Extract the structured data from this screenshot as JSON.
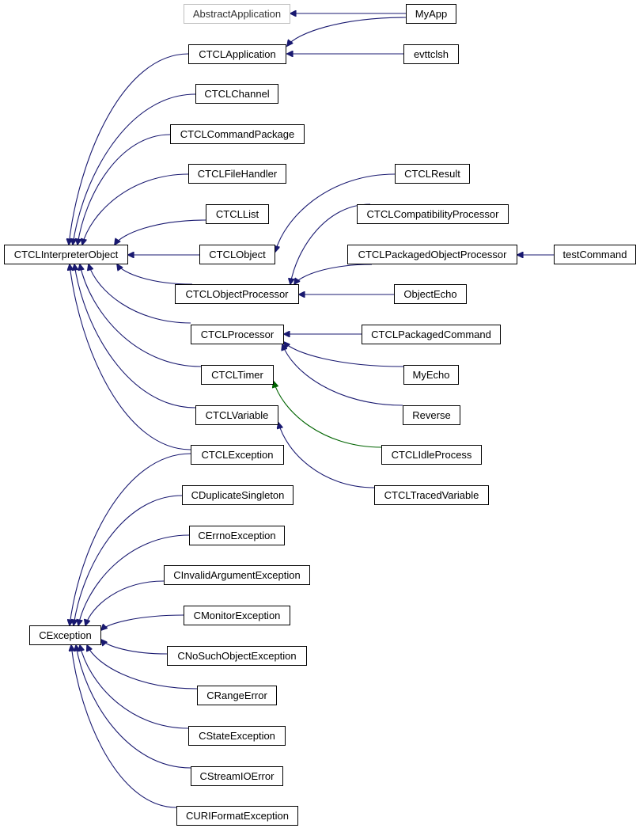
{
  "diagram": {
    "type": "class-inheritance-graph",
    "colors": {
      "edge": "#191970",
      "edge_alt": "#006400",
      "border": "#000000",
      "border_muted": "#bfbfbf"
    },
    "nodes": [
      {
        "id": "AbstractApplication",
        "label": "AbstractApplication",
        "muted": true
      },
      {
        "id": "MyApp",
        "label": "MyApp"
      },
      {
        "id": "CTCLApplication",
        "label": "CTCLApplication"
      },
      {
        "id": "evttclsh",
        "label": "evttclsh"
      },
      {
        "id": "CTCLChannel",
        "label": "CTCLChannel"
      },
      {
        "id": "CTCLCommandPackage",
        "label": "CTCLCommandPackage"
      },
      {
        "id": "CTCLFileHandler",
        "label": "CTCLFileHandler"
      },
      {
        "id": "CTCLResult",
        "label": "CTCLResult"
      },
      {
        "id": "CTCLList",
        "label": "CTCLList"
      },
      {
        "id": "CTCLCompatibilityProcessor",
        "label": "CTCLCompatibilityProcessor"
      },
      {
        "id": "CTCLInterpreterObject",
        "label": "CTCLInterpreterObject"
      },
      {
        "id": "CTCLObject",
        "label": "CTCLObject"
      },
      {
        "id": "CTCLPackagedObjectProcessor",
        "label": "CTCLPackagedObjectProcessor"
      },
      {
        "id": "testCommand",
        "label": "testCommand"
      },
      {
        "id": "CTCLObjectProcessor",
        "label": "CTCLObjectProcessor"
      },
      {
        "id": "ObjectEcho",
        "label": "ObjectEcho"
      },
      {
        "id": "CTCLProcessor",
        "label": "CTCLProcessor"
      },
      {
        "id": "CTCLPackagedCommand",
        "label": "CTCLPackagedCommand"
      },
      {
        "id": "CTCLTimer",
        "label": "CTCLTimer"
      },
      {
        "id": "MyEcho",
        "label": "MyEcho"
      },
      {
        "id": "CTCLVariable",
        "label": "CTCLVariable"
      },
      {
        "id": "Reverse",
        "label": "Reverse"
      },
      {
        "id": "CTCLException",
        "label": "CTCLException"
      },
      {
        "id": "CTCLIdleProcess",
        "label": "CTCLIdleProcess"
      },
      {
        "id": "CDuplicateSingleton",
        "label": "CDuplicateSingleton"
      },
      {
        "id": "CTCLTracedVariable",
        "label": "CTCLTracedVariable"
      },
      {
        "id": "CErrnoException",
        "label": "CErrnoException"
      },
      {
        "id": "CInvalidArgumentException",
        "label": "CInvalidArgumentException"
      },
      {
        "id": "CMonitorException",
        "label": "CMonitorException"
      },
      {
        "id": "CException",
        "label": "CException"
      },
      {
        "id": "CNoSuchObjectException",
        "label": "CNoSuchObjectException"
      },
      {
        "id": "CRangeError",
        "label": "CRangeError"
      },
      {
        "id": "CStateException",
        "label": "CStateException"
      },
      {
        "id": "CStreamIOError",
        "label": "CStreamIOError"
      },
      {
        "id": "CURIFormatException",
        "label": "CURIFormatException"
      }
    ],
    "edges": [
      {
        "from": "MyApp",
        "to": "AbstractApplication"
      },
      {
        "from": "MyApp",
        "to": "CTCLApplication"
      },
      {
        "from": "evttclsh",
        "to": "CTCLApplication"
      },
      {
        "from": "CTCLApplication",
        "to": "CTCLInterpreterObject"
      },
      {
        "from": "CTCLChannel",
        "to": "CTCLInterpreterObject"
      },
      {
        "from": "CTCLCommandPackage",
        "to": "CTCLInterpreterObject"
      },
      {
        "from": "CTCLFileHandler",
        "to": "CTCLInterpreterObject"
      },
      {
        "from": "CTCLList",
        "to": "CTCLInterpreterObject"
      },
      {
        "from": "CTCLObject",
        "to": "CTCLInterpreterObject"
      },
      {
        "from": "CTCLResult",
        "to": "CTCLObject"
      },
      {
        "from": "CTCLObjectProcessor",
        "to": "CTCLInterpreterObject"
      },
      {
        "from": "CTCLCompatibilityProcessor",
        "to": "CTCLObjectProcessor"
      },
      {
        "from": "CTCLPackagedObjectProcessor",
        "to": "CTCLObjectProcessor"
      },
      {
        "from": "testCommand",
        "to": "CTCLPackagedObjectProcessor"
      },
      {
        "from": "ObjectEcho",
        "to": "CTCLObjectProcessor"
      },
      {
        "from": "CTCLProcessor",
        "to": "CTCLInterpreterObject"
      },
      {
        "from": "CTCLPackagedCommand",
        "to": "CTCLProcessor"
      },
      {
        "from": "MyEcho",
        "to": "CTCLProcessor"
      },
      {
        "from": "Reverse",
        "to": "CTCLProcessor"
      },
      {
        "from": "CTCLTimer",
        "to": "CTCLInterpreterObject"
      },
      {
        "from": "CTCLIdleProcess",
        "to": "CTCLTimer",
        "alt": true
      },
      {
        "from": "CTCLVariable",
        "to": "CTCLInterpreterObject"
      },
      {
        "from": "CTCLTracedVariable",
        "to": "CTCLVariable"
      },
      {
        "from": "CTCLException",
        "to": "CTCLInterpreterObject"
      },
      {
        "from": "CTCLException",
        "to": "CException"
      },
      {
        "from": "CDuplicateSingleton",
        "to": "CException"
      },
      {
        "from": "CErrnoException",
        "to": "CException"
      },
      {
        "from": "CInvalidArgumentException",
        "to": "CException"
      },
      {
        "from": "CMonitorException",
        "to": "CException"
      },
      {
        "from": "CNoSuchObjectException",
        "to": "CException"
      },
      {
        "from": "CRangeError",
        "to": "CException"
      },
      {
        "from": "CStateException",
        "to": "CException"
      },
      {
        "from": "CStreamIOError",
        "to": "CException"
      },
      {
        "from": "CURIFormatException",
        "to": "CException"
      }
    ]
  }
}
